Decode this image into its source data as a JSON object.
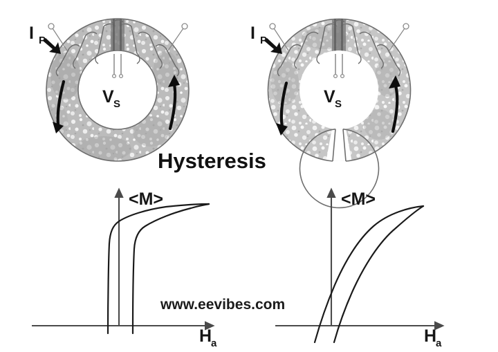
{
  "figure": {
    "title": "Hysteresis",
    "watermark": "www.eevibes.com",
    "background_color": "#ffffff",
    "ink_color": "#1a1a1a",
    "core_fill_color": "#b9b9b9",
    "core_outline_color": "#6e6e6e",
    "winding_color": "#6b6b6b",
    "secondary_winding_color": "#707070"
  },
  "diagrams": [
    {
      "id": "closed-core-toroid",
      "name": "Closed magnetic circuit toroid",
      "position": "left",
      "gap": "none",
      "primary_label": "I",
      "primary_subscript": "P",
      "secondary_label": "V",
      "secondary_subscript": "S",
      "flux_arrow_left": "downward",
      "flux_arrow_right": "upward",
      "winding_turns": 5,
      "lead_terminals": 2
    },
    {
      "id": "gapped-core-toroid",
      "name": "Air-gapped magnetic circuit toroid",
      "position": "right",
      "gap": "bottom",
      "primary_label": "I",
      "primary_subscript": "P",
      "secondary_label": "V",
      "secondary_subscript": "S",
      "flux_arrow_left": "downward",
      "flux_arrow_right": "upward",
      "winding_turns": 5,
      "lead_terminals": 2
    }
  ],
  "chart_data": [
    {
      "type": "line",
      "id": "hysteresis-closed-core",
      "title": "",
      "xlabel": "H",
      "xlabel_subscript": "a",
      "ylabel": "<M>",
      "ylabel_subscript": "",
      "grid": false,
      "legend": "none",
      "description": "Narrow square hysteresis loop for ungapped core — high permeability, steep sides, low coercivity",
      "xlim": [
        -1.0,
        4.2
      ],
      "ylim": [
        -0.35,
        1.2
      ],
      "series": [
        {
          "name": "descending-branch",
          "x": [
            0.32,
            0.3,
            0.27,
            0.25,
            0.27,
            0.4,
            0.7,
            1.2,
            1.9,
            2.7,
            3.55,
            4.05
          ],
          "y": [
            -0.22,
            0.2,
            0.52,
            0.7,
            0.8,
            0.87,
            0.92,
            0.96,
            1.0,
            1.03,
            1.06,
            1.07
          ]
        },
        {
          "name": "ascending-branch",
          "x": [
            0.92,
            0.9,
            0.88,
            0.87,
            0.92,
            1.08,
            1.4,
            1.9,
            2.5,
            3.2,
            3.8,
            4.05
          ],
          "y": [
            -0.22,
            0.18,
            0.48,
            0.66,
            0.76,
            0.83,
            0.89,
            0.94,
            0.98,
            1.02,
            1.05,
            1.07
          ]
        }
      ]
    },
    {
      "type": "line",
      "id": "hysteresis-gapped-core",
      "title": "",
      "xlabel": "H",
      "xlabel_subscript": "a",
      "ylabel": "<M>",
      "ylabel_subscript": "",
      "grid": false,
      "legend": "none",
      "description": "Sheared wide hysteresis loop for gapped core — reduced effective permeability, slanted sides",
      "xlim": [
        -1.0,
        4.2
      ],
      "ylim": [
        -0.35,
        1.2
      ],
      "series": [
        {
          "name": "descending-branch",
          "x": [
            -0.55,
            -0.3,
            0.0,
            0.32,
            0.68,
            1.05,
            1.45,
            1.95,
            2.5,
            3.05,
            3.55,
            3.9
          ],
          "y": [
            -0.28,
            -0.08,
            0.16,
            0.4,
            0.58,
            0.72,
            0.83,
            0.93,
            1.0,
            1.04,
            1.06,
            1.07
          ]
        },
        {
          "name": "ascending-branch",
          "x": [
            0.02,
            0.22,
            0.48,
            0.8,
            1.15,
            1.55,
            2.0,
            2.45,
            2.9,
            3.35,
            3.7,
            3.9
          ],
          "y": [
            -0.28,
            -0.1,
            0.12,
            0.33,
            0.52,
            0.68,
            0.8,
            0.9,
            0.98,
            1.03,
            1.06,
            1.07
          ]
        }
      ]
    }
  ]
}
